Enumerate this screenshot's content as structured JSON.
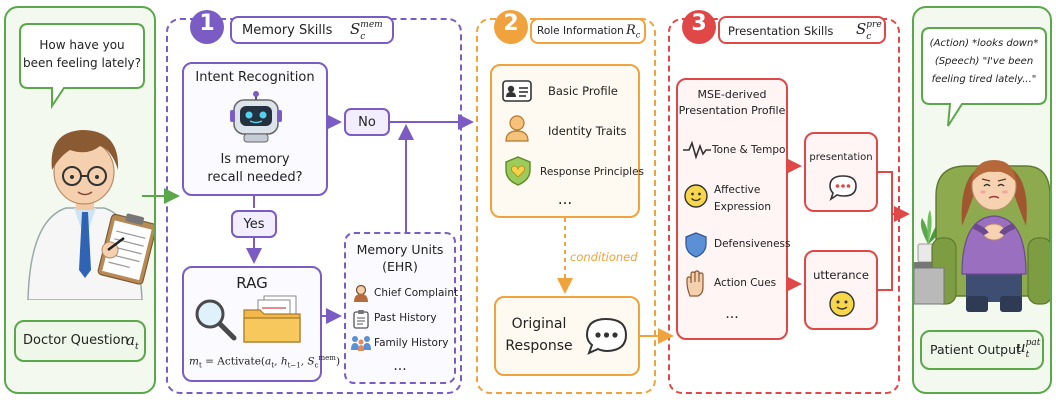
{
  "doctor_panel": {
    "speech": [
      "How have you",
      "been feeling lately?"
    ],
    "question_label": "Doctor Question",
    "question_symbol": "a",
    "question_sub": "t"
  },
  "memory_skills": {
    "step": "1",
    "title": "Memory Skills",
    "title_symbol": "S",
    "title_sub": "c",
    "title_sup": "mem",
    "intent_title": "Intent Recognition",
    "intent_question": [
      "Is memory",
      "recall needed?"
    ],
    "yes_label": "Yes",
    "no_label": "No",
    "rag_title": "RAG",
    "formula": "m_t = Activate(a_t, h_{t-1}, S_c^{mem})",
    "formula_parts": {
      "lhs": "m",
      "lhs_sub": "t",
      "func": " = Activate(",
      "a": "a",
      "a_sub": "t",
      "h": ", h",
      "h_sub": "t−1",
      "s": ", S",
      "s_sub": "c",
      "s_sup": "mem",
      "close": ")"
    },
    "memory_units_title": [
      "Memory Units",
      "(EHR)"
    ],
    "memory_units": [
      {
        "icon": "person-icon",
        "label": "Chief Complaint"
      },
      {
        "icon": "clipboard-icon",
        "label": "Past History"
      },
      {
        "icon": "family-icon",
        "label": "Family History"
      }
    ],
    "ellipsis": "..."
  },
  "role_information": {
    "step": "2",
    "title": "Role Information",
    "title_symbol": "R",
    "title_sub": "c",
    "items": [
      {
        "icon": "id-card-icon",
        "label": "Basic Profile"
      },
      {
        "icon": "person-icon",
        "label": "Identity Traits"
      },
      {
        "icon": "shield-heart-icon",
        "label": "Response Principles"
      }
    ],
    "ellipsis": "...",
    "conditioned_label": "conditioned",
    "original_response": [
      "Original",
      "Response"
    ]
  },
  "presentation_skills": {
    "step": "3",
    "title": "Presentation Skills",
    "title_symbol": "S",
    "title_sub": "c",
    "title_sup": "pre",
    "profile_title": [
      "MSE-derived",
      "Presentation Profile"
    ],
    "profile_items": [
      {
        "icon": "waveform-icon",
        "label": "Tone & Tempo"
      },
      {
        "icon": "smiley-icon",
        "label": "Affective Expression"
      },
      {
        "icon": "shield-icon",
        "label": "Defensiveness"
      },
      {
        "icon": "hand-icon",
        "label": "Action Cues"
      }
    ],
    "ellipsis": "...",
    "outputs": [
      "presentation",
      "utterance"
    ]
  },
  "patient_panel": {
    "speech": [
      "(Action) *looks down*",
      "(Speech) \"I've been",
      "feeling tired lately...\""
    ],
    "output_label": "Patient Output",
    "output_symbol": "u",
    "output_sub": "t",
    "output_sup": "pat"
  },
  "colors": {
    "green": "#5aa84a",
    "purple": "#7a5cc4",
    "orange": "#f0a23c",
    "red": "#e04848"
  }
}
